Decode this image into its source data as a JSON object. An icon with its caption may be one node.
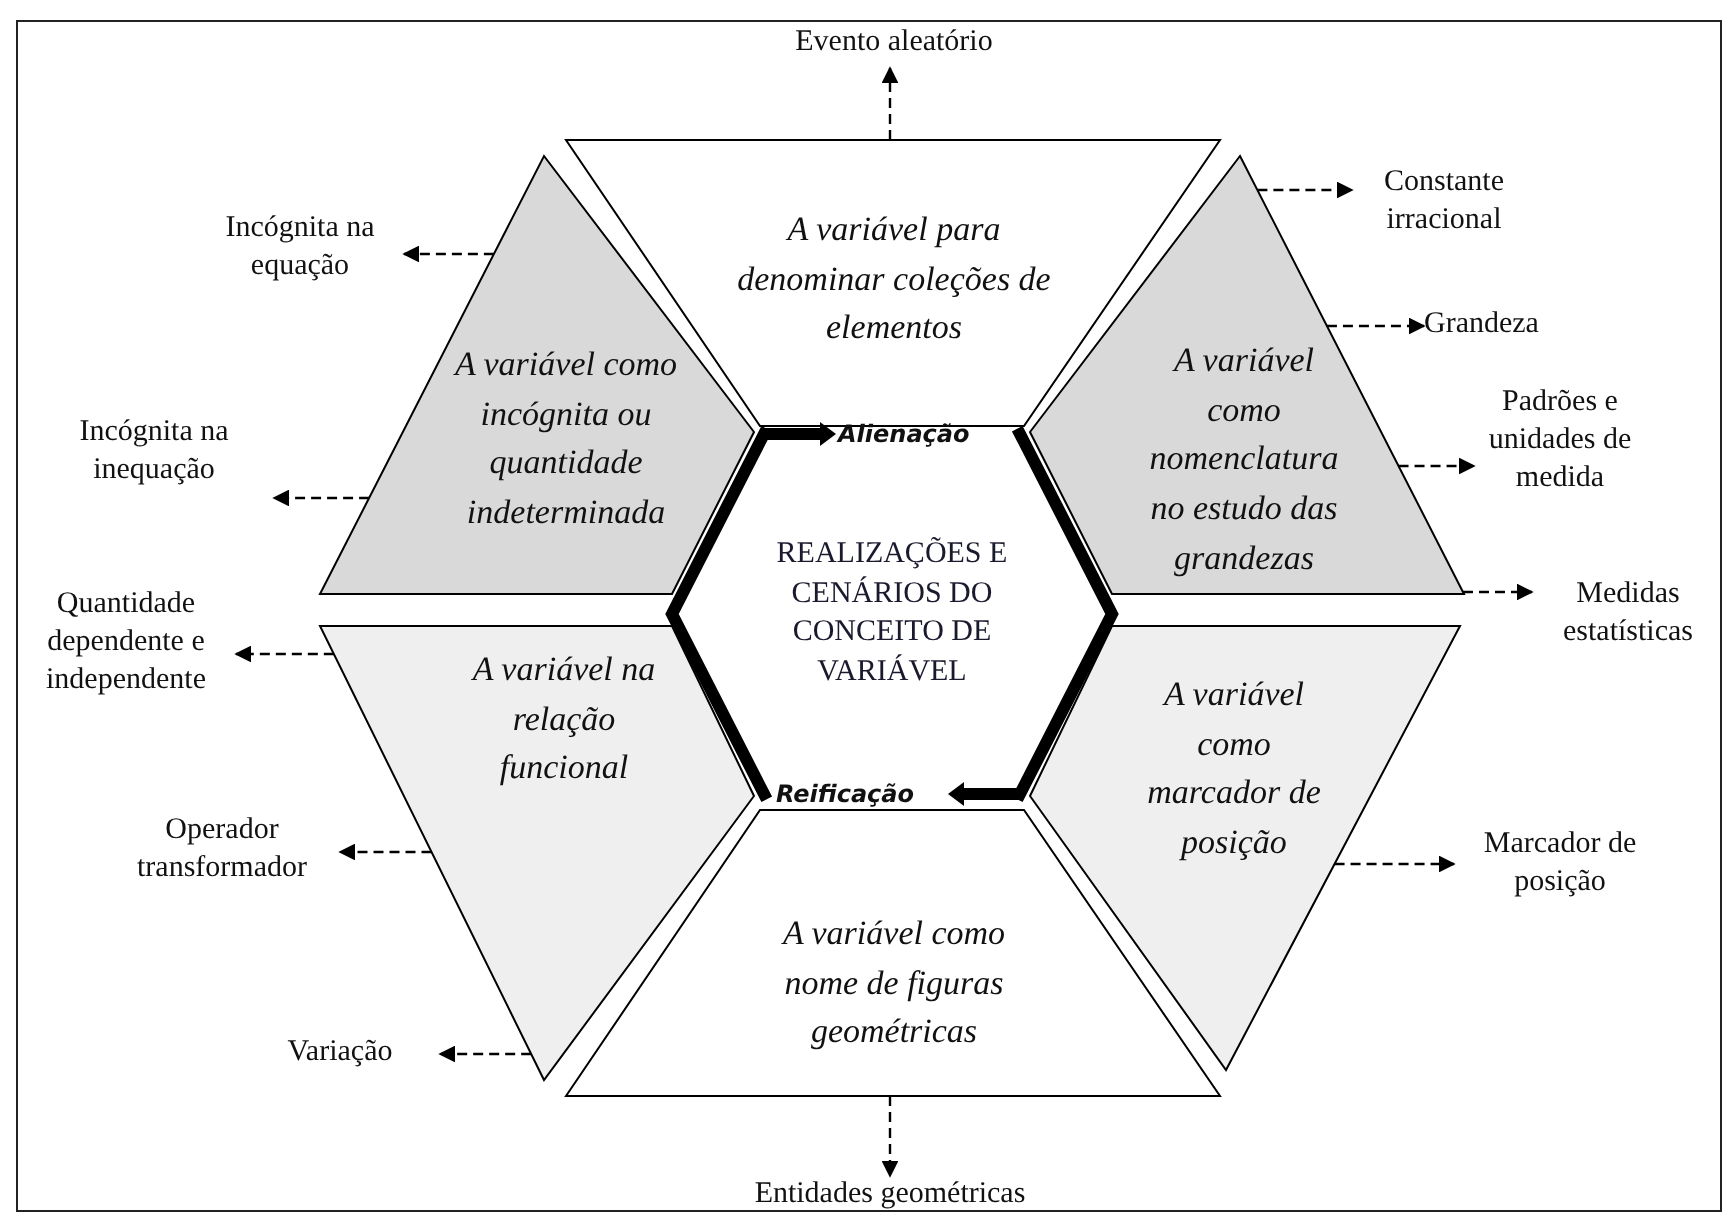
{
  "diagram": {
    "nodes": [
      {
        "text": [
          "Evento aleatório"
        ]
      },
      {
        "text": [
          "A variável para denominar coleções de elementos"
        ]
      },
      {
        "text": [
          "Constante irracional"
        ]
      },
      {
        "text": [
          "Incógnita na equação"
        ]
      },
      {
        "text": [
          "A variável como incógnita ou quantidade indeterminada"
        ]
      },
      {
        "text": [
          "A variável como nomenclatura no estudo das grandezas"
        ]
      },
      {
        "text": [
          "Grandeza"
        ]
      },
      {
        "text": [
          "Incógnita na inequação"
        ]
      },
      {
        "text": [
          "Padrões e unidades de medida"
        ]
      },
      {
        "text": [
          "REALIZAÇÕES E CENÁRIOS DO CONCEITO DE VARIÁVEL"
        ]
      },
      {
        "text": [
          "Quantidade dependente e independente"
        ]
      },
      {
        "text": [
          "Medidas estatísticas"
        ]
      },
      {
        "text": [
          "A variável na relação funcional"
        ]
      },
      {
        "text": [
          "A variável como marcador de posição"
        ]
      },
      {
        "text": [
          "Operador transformador"
        ]
      },
      {
        "text": [
          "Marcador de posição"
        ]
      },
      {
        "text": [
          "Variação"
        ]
      },
      {
        "text": [
          "A variável como nome de figuras geométricas"
        ]
      },
      {
        "text": [
          "Entidades geométricas"
        ]
      }
    ],
    "edges": [
      {
        "from": 1,
        "to": 0,
        "arrow": "to",
        "style": "dashed"
      },
      {
        "from": 5,
        "to": 2,
        "arrow": "to",
        "style": "dashed"
      },
      {
        "from": 4,
        "to": 3,
        "arrow": "to",
        "style": "dashed"
      },
      {
        "from": 5,
        "to": 6,
        "arrow": "to",
        "style": "dashed"
      },
      {
        "from": 4,
        "to": 7,
        "arrow": "to",
        "style": "dashed"
      },
      {
        "from": 5,
        "to": 8,
        "arrow": "to",
        "style": "dashed"
      },
      {
        "from": 12,
        "to": 10,
        "arrow": "to",
        "style": "dashed"
      },
      {
        "from": 5,
        "to": 11,
        "arrow": "to",
        "style": "dashed"
      },
      {
        "from": 12,
        "to": 14,
        "arrow": "to",
        "style": "dashed"
      },
      {
        "from": 13,
        "to": 15,
        "arrow": "to",
        "style": "dashed"
      },
      {
        "from": 12,
        "to": 16,
        "arrow": "to",
        "style": "dashed"
      },
      {
        "from": 17,
        "to": 18,
        "arrow": "to",
        "style": "dashed"
      }
    ],
    "labels": [
      "Alienação",
      "Reificação"
    ]
  }
}
